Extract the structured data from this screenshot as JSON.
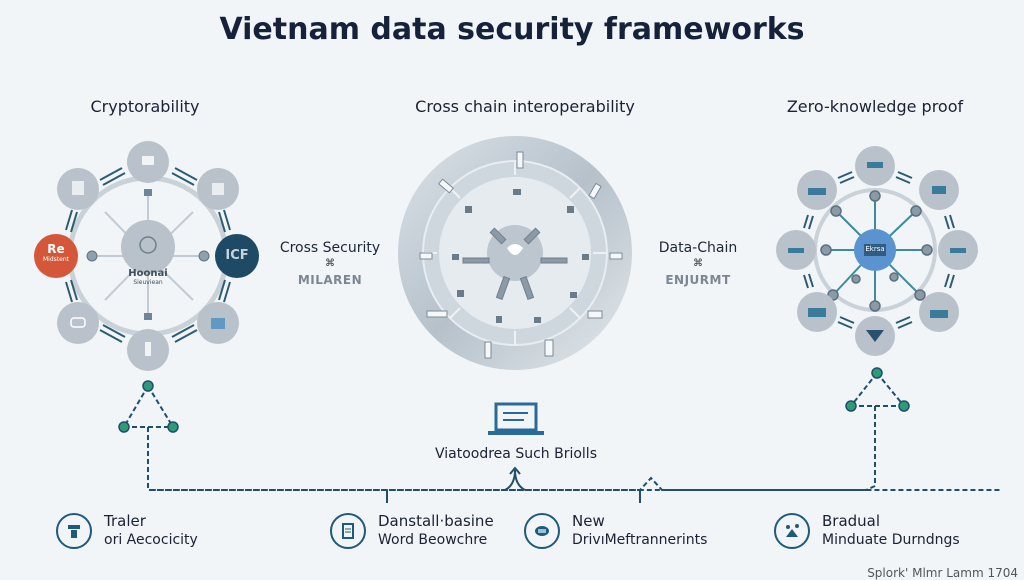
{
  "title": "Vietnam data security frameworks",
  "sections": {
    "left": {
      "label": "Cryptorability",
      "center_text": [
        "Hoonai",
        "Sieuviean"
      ],
      "highlight_left": {
        "label_top": "Rе",
        "label_bottom": "Midstent",
        "color": "#d4573a"
      },
      "highlight_right": {
        "label": "ICF",
        "color": "#1e4a66"
      }
    },
    "center": {
      "label": "Cross chain interoperability"
    },
    "right": {
      "label": "Zero-knowledge proof",
      "center_text": "Ekrsa",
      "hub_color": "#5b93d1"
    }
  },
  "side_labels": {
    "left": {
      "title": "Cross Security",
      "symbol": "⌘",
      "subtitle": "MILARЕN"
    },
    "right": {
      "title": "Data-Chain",
      "symbol": "⌘",
      "subtitle": "ENJURMT"
    }
  },
  "central_node": {
    "icon": "laptop-icon",
    "label": "Viatoodrea Such Briolls"
  },
  "footer": [
    {
      "icon": "tool-icon",
      "line1": "Traler",
      "line2": "ori Aecocicity"
    },
    {
      "icon": "document-icon",
      "line1": "Danstall·basine",
      "line2": "Word Beowchre"
    },
    {
      "icon": "chip-icon",
      "line1": "New",
      "line2": "DrivıMeftrannerints"
    },
    {
      "icon": "network-icon",
      "line1": "Bradual",
      "line2": "Minduate Durndngs"
    }
  ],
  "watermark": "Splork' Mlmr Lamm 1704",
  "colors": {
    "accent": "#1f5a7a",
    "node_green": "#2e9a7a",
    "gray_node": "#b9c2ca",
    "dash": "#1f4f6a"
  }
}
